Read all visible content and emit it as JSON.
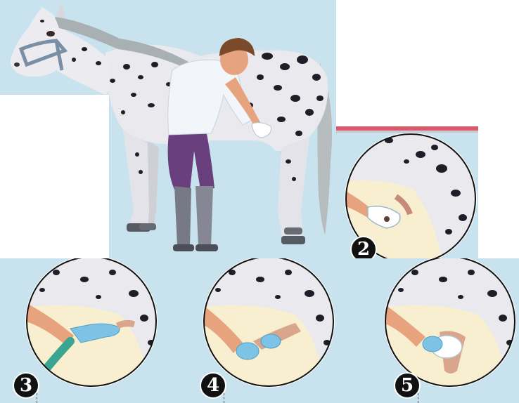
{
  "colors": {
    "background_blue": "#c9e3ee",
    "coat": "#e9e9ee",
    "spots": "#1e1e28",
    "mane": "#a8b0b4",
    "shirt": "#f2f6fa",
    "breeches": "#6a3f7e",
    "boots": "#777a86",
    "skin": "#e7a27e",
    "glove": "#7cc3e6",
    "hose": "#3aa590",
    "pad": "#f7efd0",
    "badge": "#111111"
  },
  "steps": [
    {
      "number": "2",
      "icon": "gloved-hand-cleaning-icon"
    },
    {
      "number": "3",
      "icon": "hose-rinse-icon"
    },
    {
      "number": "4",
      "icon": "hands-wash-icon"
    },
    {
      "number": "5",
      "icon": "towel-dry-icon"
    }
  ]
}
